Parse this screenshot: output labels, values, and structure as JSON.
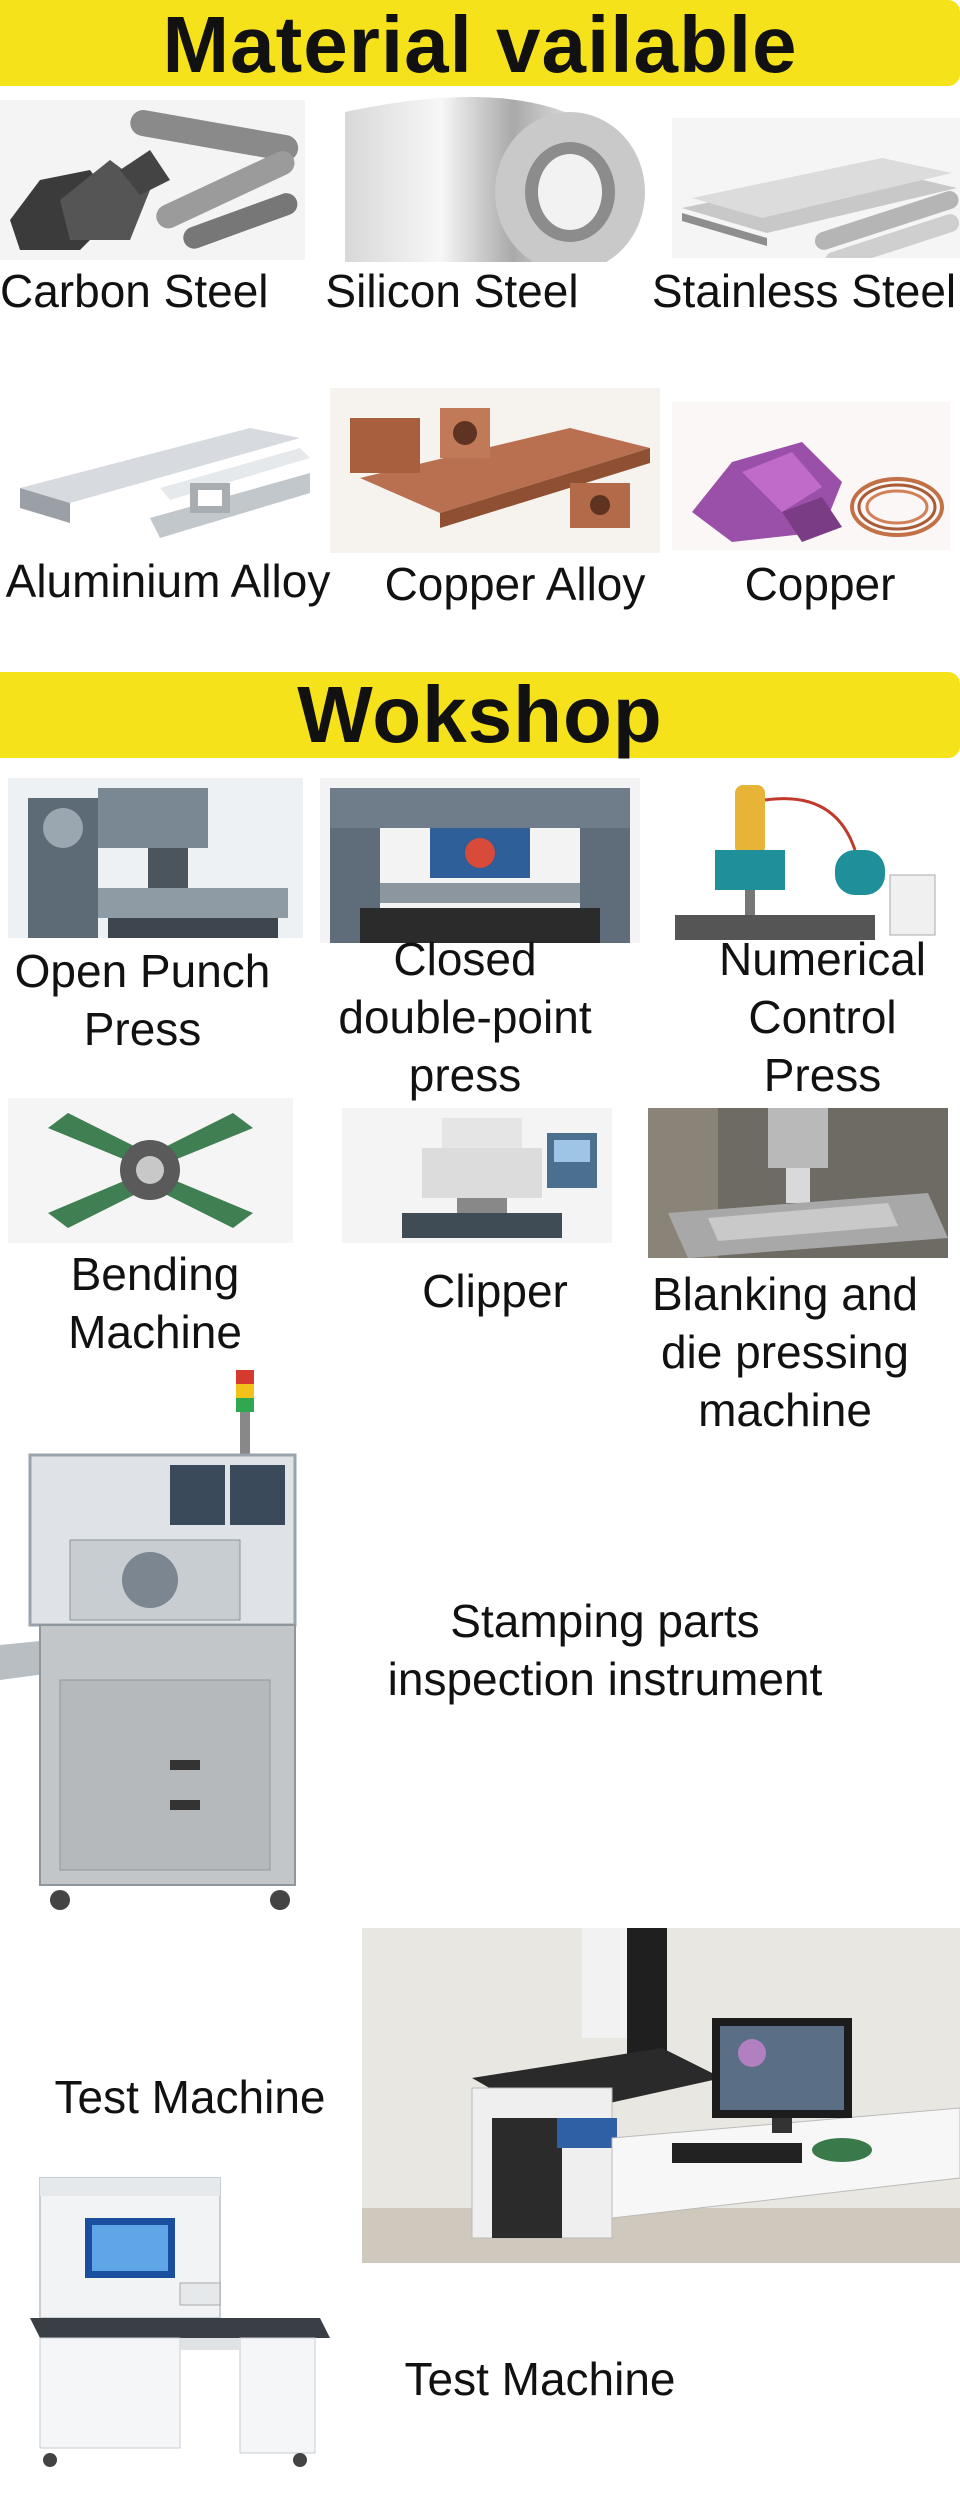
{
  "materials": {
    "title": "Material vailable",
    "items": [
      {
        "label": "Carbon Steel"
      },
      {
        "label": "Silicon Steel"
      },
      {
        "label": "Stainless Steel"
      },
      {
        "label": "Aluminium Alloy"
      },
      {
        "label": "Copper Alloy"
      },
      {
        "label": "Copper"
      }
    ]
  },
  "workshop": {
    "title": "Wokshop",
    "items": [
      {
        "label": "Open Punch\nPress"
      },
      {
        "label": "Closed\ndouble-point\npress"
      },
      {
        "label": "Numerical\nControl\nPress"
      },
      {
        "label": "Bending\nMachine"
      },
      {
        "label": "Clipper"
      },
      {
        "label": "Blanking and\ndie pressing\nmachine"
      }
    ]
  },
  "inspection": {
    "label": "Stamping parts\ninspection instrument"
  },
  "test1": {
    "label": "Test Machine"
  },
  "test2": {
    "label": "Test Machine"
  },
  "colors": {
    "banner": "#f5e21a"
  }
}
